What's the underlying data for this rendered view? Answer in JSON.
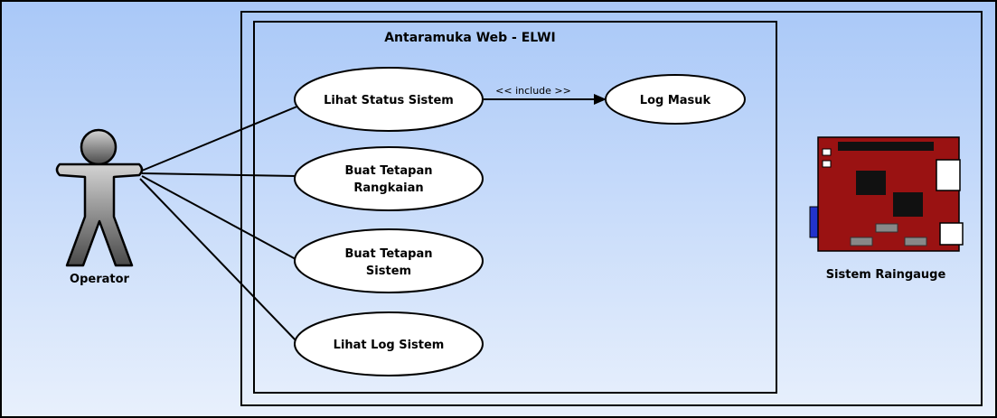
{
  "system_title": "Antaramuka Web - ELWI",
  "actors": {
    "operator": "Operator",
    "raingauge": "Sistem Raingauge"
  },
  "use_cases": {
    "lihat_status": [
      "Lihat Status Sistem"
    ],
    "tetapan_rangkaian": [
      "Buat Tetapan",
      "Rangkaian"
    ],
    "tetapan_sistem": [
      "Buat Tetapan",
      "Sistem"
    ],
    "lihat_log": [
      "Lihat Log Sistem"
    ],
    "log_masuk": [
      "Log Masuk"
    ]
  },
  "include_label": "<< include >>"
}
